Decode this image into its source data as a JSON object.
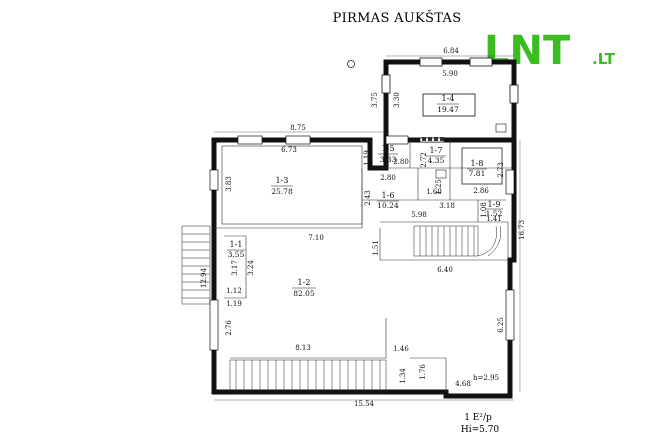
{
  "title": "PIRMAS AUKŠTAS",
  "logo": {
    "main": "LNT",
    "suffix": ".LT",
    "color": "#3bbd22"
  },
  "rooms": [
    {
      "id": "1-1",
      "area": "3.55"
    },
    {
      "id": "1-2",
      "area": "82.05"
    },
    {
      "id": "1-3",
      "area": "25.78"
    },
    {
      "id": "1-4",
      "area": "19.47"
    },
    {
      "id": "1-5",
      "area": "3.33"
    },
    {
      "id": "1-6",
      "area": "10.24"
    },
    {
      "id": "1-7",
      "area": "4.35"
    },
    {
      "id": "1-8",
      "area": "7.81"
    },
    {
      "id": "1-9",
      "area": "1.52"
    }
  ],
  "dimensions": {
    "d684": "6.84",
    "d590": "5.90",
    "d375": "3.75",
    "d330": "3.30",
    "d875": "8.75",
    "d673": "6.73",
    "d383": "3.83",
    "d119a": "1.19",
    "d280a": "2.80",
    "d280b": "2.80",
    "d272": "2.72",
    "d125": "1.25",
    "d160": "1.60",
    "d286": "2.86",
    "d273": "2.73",
    "d243": "2.43",
    "d318": "3.18",
    "d598": "5.98",
    "d141": "1.41",
    "d108": "1.08",
    "d1673": "16.73",
    "d710": "7.10",
    "d151": "1.51",
    "d640": "6.40",
    "d317": "3.17",
    "d324": "3.24",
    "d1294": "12.94",
    "d112": "1.12",
    "d119b": "1.19",
    "d276": "2.76",
    "d813": "8.13",
    "d146": "1.46",
    "d134": "1.34",
    "d176": "1.76",
    "d625": "6.25",
    "d468": "4.68",
    "h295": "h=2.95",
    "d1554": "15.54"
  },
  "footer": {
    "line1": "1 E²/p",
    "line2": "Hi=5.70"
  }
}
